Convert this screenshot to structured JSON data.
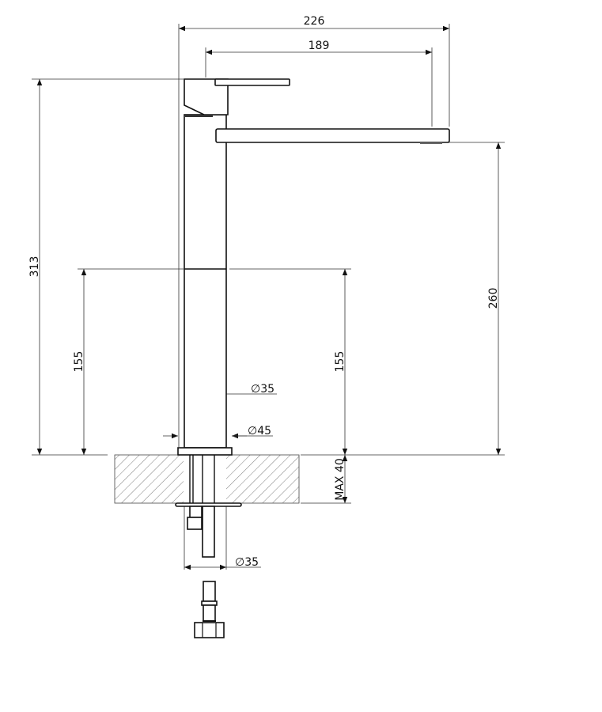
{
  "drawing": {
    "dimensions": {
      "overall_reach": "226",
      "spout_reach": "189",
      "overall_height": "313",
      "body_height_left": "155",
      "body_height_right": "155",
      "spout_height": "260",
      "body_diameter": "∅35",
      "base_diameter": "∅45",
      "hole_diameter": "∅35",
      "max_counter_thickness": "MAX 40"
    }
  }
}
